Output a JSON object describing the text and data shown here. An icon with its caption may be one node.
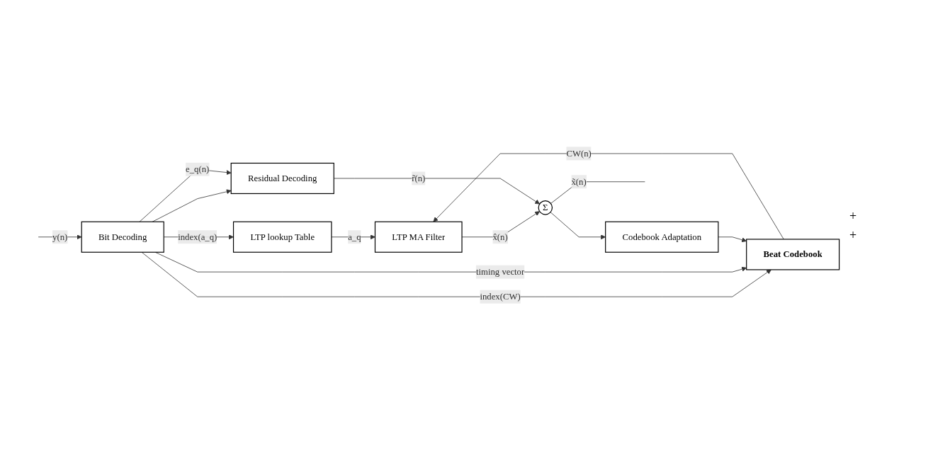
{
  "diagram": {
    "nodes": [
      {
        "text": [
          "Bit Decoding"
        ]
      },
      {
        "text": [
          "Codebook Adaptation"
        ]
      },
      {
        "text": [
          "LTP lookup Table"
        ]
      },
      {
        "text": [
          "Beat Codebook"
        ]
      },
      {
        "text": [
          "LTP MA Filter"
        ]
      },
      {
        "text": [
          "Residual Decoding"
        ]
      },
      {
        "text": [
          "Σ"
        ]
      }
    ],
    "edges": [
      {
        "from": null,
        "to": 0,
        "arrow": "to",
        "label": "y(n)"
      },
      {
        "from": 0,
        "to": 2,
        "arrow": "to",
        "label": "index(a_q)"
      },
      {
        "from": 0,
        "to": 3,
        "arrow": "to",
        "label": "index(CW)"
      },
      {
        "from": 0,
        "to": 3,
        "arrow": "to",
        "label": "timing vector"
      },
      {
        "from": 0,
        "to": 5,
        "arrow": "to"
      },
      {
        "from": 1,
        "to": 3,
        "arrow": "to"
      },
      {
        "from": 2,
        "to": 4,
        "arrow": "to",
        "label": "a_q"
      },
      {
        "from": 3,
        "to": 4,
        "arrow": "to",
        "label": "CW(n)"
      },
      {
        "from": 4,
        "to": 6,
        "arrow": "to",
        "label": "x̂(n)"
      },
      {
        "from": 0,
        "to": 5,
        "arrow": "to",
        "label": "e_q(n)"
      },
      {
        "from": 5,
        "to": 6,
        "arrow": "to",
        "label": "r̃(n)"
      },
      {
        "from": 6,
        "to": null,
        "arrow": "none",
        "label": "x̃(n)"
      },
      {
        "from": 6,
        "to": 1,
        "arrow": "to"
      }
    ],
    "labels": [
      "+",
      "+"
    ]
  }
}
